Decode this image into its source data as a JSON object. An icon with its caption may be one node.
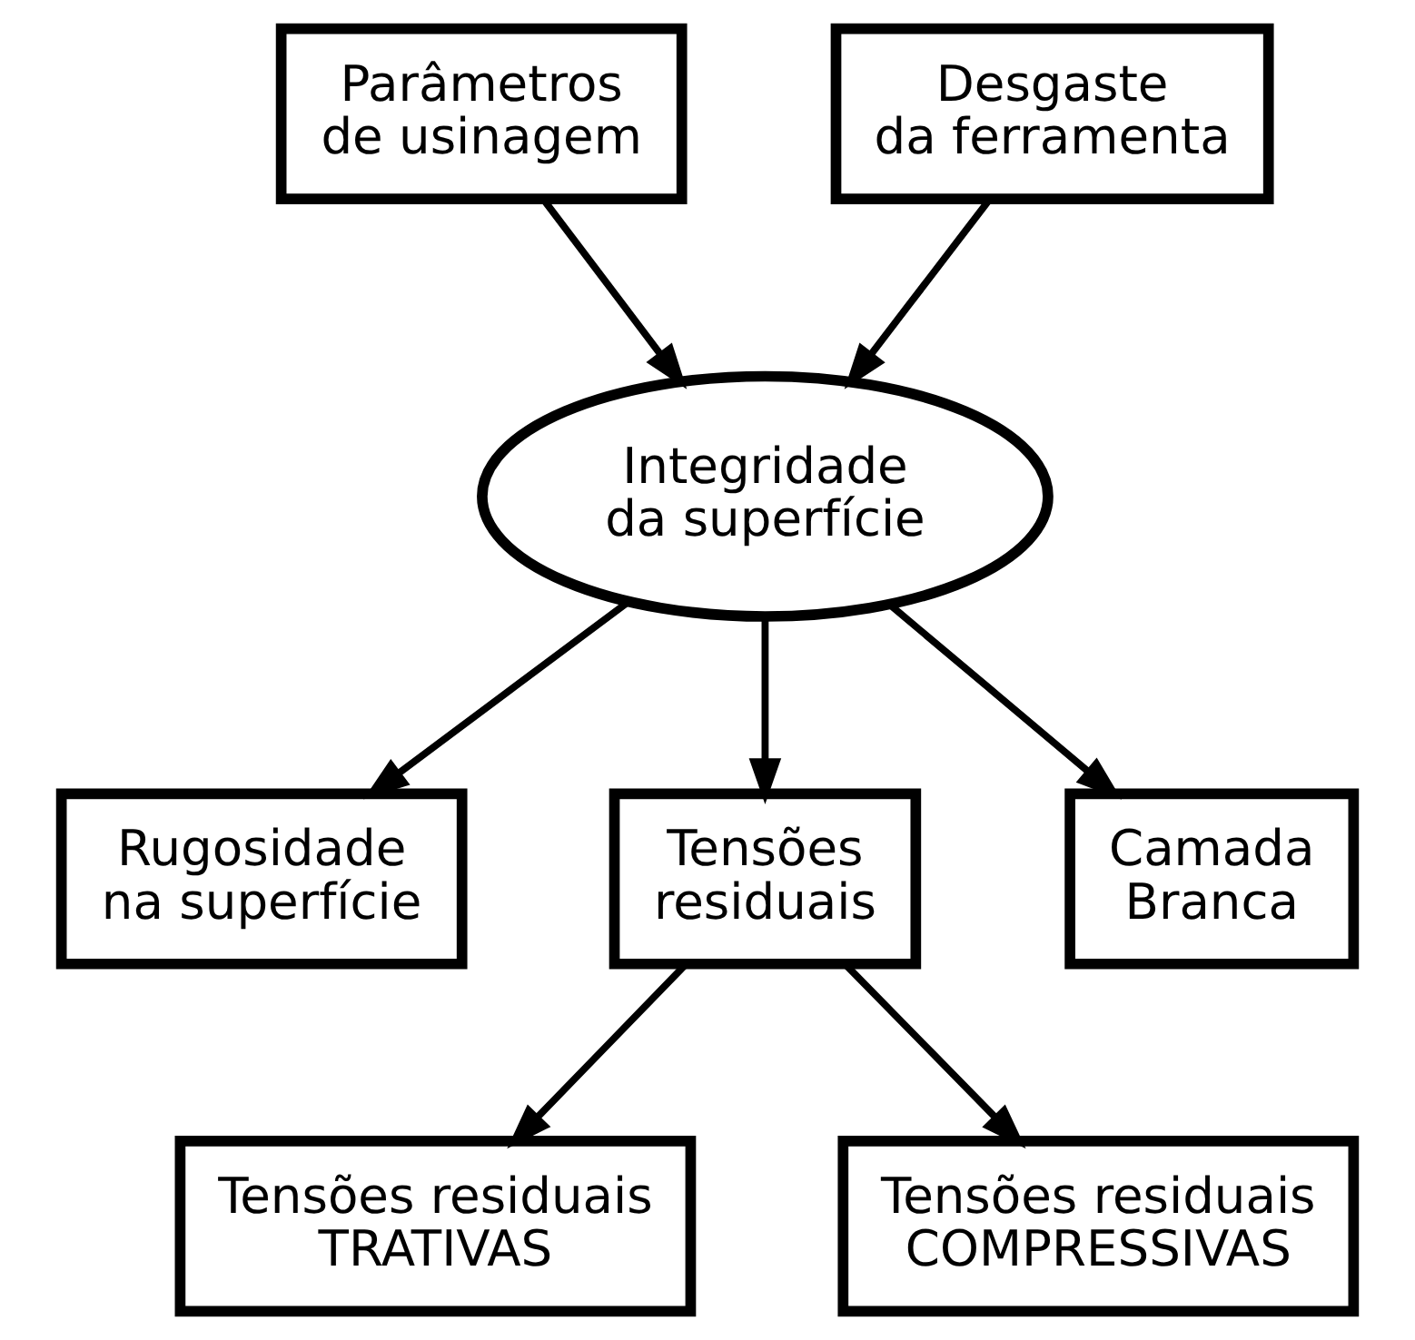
{
  "diagram": {
    "nodes": [
      {
        "text": [
          "Parâmetros de usinagem"
        ]
      },
      {
        "text": [
          "Desgaste da ferramenta"
        ]
      },
      {
        "text": [
          "Integridade da superfície"
        ]
      },
      {
        "text": [
          "Rugosidade na superfície"
        ]
      },
      {
        "text": [
          "Tensões residuais"
        ]
      },
      {
        "text": [
          "Camada Branca"
        ]
      },
      {
        "text": [
          "Tensões residuais TRATIVAS"
        ]
      },
      {
        "text": [
          "Tensões residuais COMPRESSIVAS"
        ]
      }
    ],
    "edges": [
      {
        "from": 0,
        "to": 2,
        "arrow": "to"
      },
      {
        "from": 1,
        "to": 2,
        "arrow": "to"
      },
      {
        "from": 2,
        "to": 3,
        "arrow": "to"
      },
      {
        "from": 2,
        "to": 4,
        "arrow": "to"
      },
      {
        "from": 2,
        "to": 5,
        "arrow": "to"
      },
      {
        "from": 4,
        "to": 6,
        "arrow": "to"
      },
      {
        "from": 4,
        "to": 7,
        "arrow": "to"
      }
    ]
  }
}
